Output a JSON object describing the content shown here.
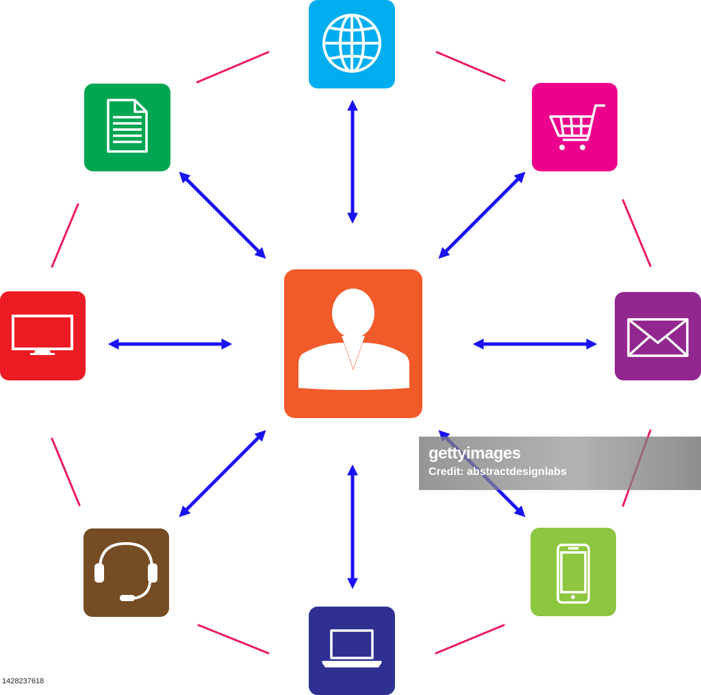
{
  "diagram": {
    "colors": {
      "center": "#F15A29",
      "globe": "#00AEEF",
      "cart": "#EC008C",
      "email": "#92278F",
      "phone": "#8DC63F",
      "laptop": "#2E3192",
      "headset": "#754C24",
      "monitor": "#ED1C24",
      "document": "#00A651",
      "arrows": "#1A12F2",
      "ring": "#EC1C5B"
    },
    "nodes": [
      {
        "id": "center",
        "icon": "person-icon"
      },
      {
        "id": "globe",
        "icon": "globe-icon"
      },
      {
        "id": "cart",
        "icon": "shopping-cart-icon"
      },
      {
        "id": "email",
        "icon": "envelope-icon"
      },
      {
        "id": "phone",
        "icon": "smartphone-icon"
      },
      {
        "id": "laptop",
        "icon": "laptop-icon"
      },
      {
        "id": "headset",
        "icon": "headset-icon"
      },
      {
        "id": "monitor",
        "icon": "monitor-icon"
      },
      {
        "id": "document",
        "icon": "document-icon"
      }
    ]
  },
  "watermark": {
    "brand": "gettyimages",
    "credit": "Credit: abstractdesignlabs"
  },
  "image_id": "1428237618"
}
